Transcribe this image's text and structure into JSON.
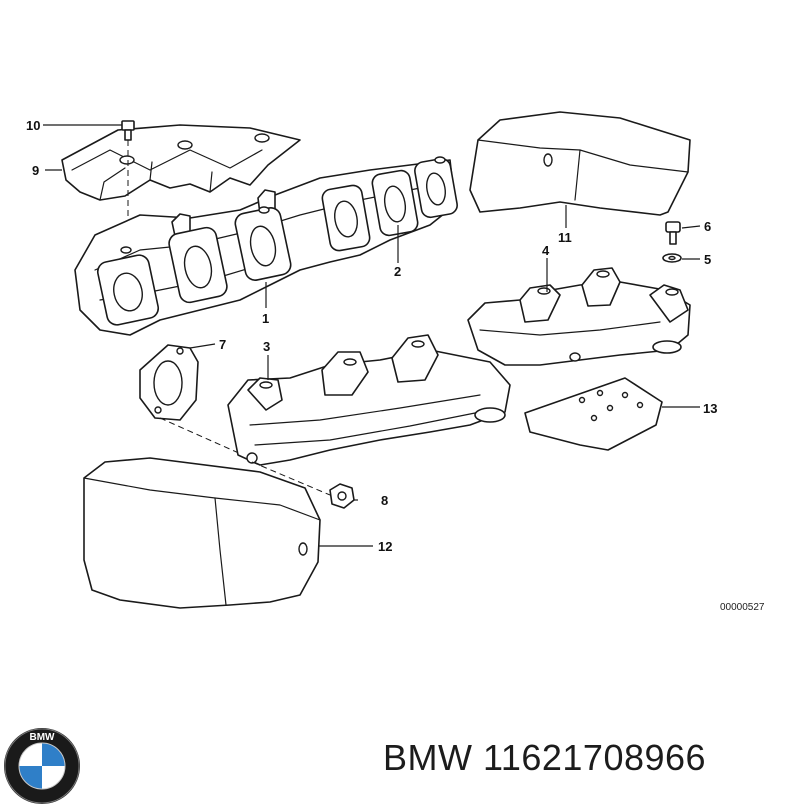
{
  "diagram": {
    "callouts": [
      {
        "number": "1"
      },
      {
        "number": "2"
      },
      {
        "number": "3"
      },
      {
        "number": "4"
      },
      {
        "number": "5"
      },
      {
        "number": "6"
      },
      {
        "number": "7"
      },
      {
        "number": "8"
      },
      {
        "number": "9"
      },
      {
        "number": "10"
      },
      {
        "number": "11"
      },
      {
        "number": "12"
      },
      {
        "number": "13"
      }
    ],
    "reference_code": "00000527"
  },
  "logo": {
    "ring_letters": "BMW",
    "colors": {
      "ring": "#1a1a1a",
      "blue": "#2f7fc8",
      "white": "#ffffff"
    }
  },
  "caption": {
    "brand": "BMW",
    "part_number": "11621708966"
  }
}
